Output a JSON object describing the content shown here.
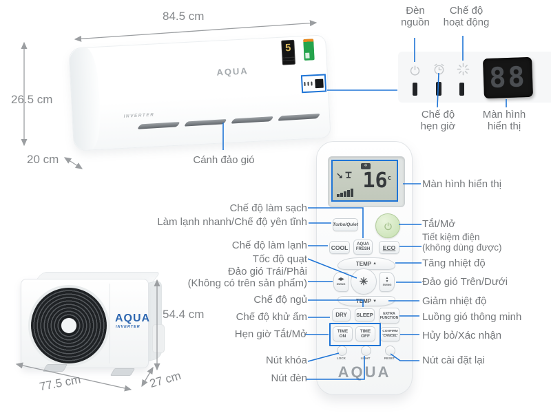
{
  "colors": {
    "accent_blue": "#1e74d6",
    "label_gray": "#75787b",
    "dimension_gray": "#85888b"
  },
  "indoor_unit": {
    "brand": "AQUA",
    "inverter_label": "INVERTER",
    "warranty_badge": "5",
    "dim_width": "84.5 cm",
    "dim_height": "26.5 cm",
    "dim_depth": "20 cm",
    "swing_label": "Cánh đảo gió"
  },
  "indicator_panel": {
    "display_value": "88",
    "label_power": "Đèn\nnguồn",
    "label_mode": "Chế độ\nhoạt động",
    "label_timer": "Chế độ\nhẹn giờ",
    "label_display": "Màn hình\nhiển thị"
  },
  "remote": {
    "brand": "AQUA",
    "lcd": {
      "temp": "16",
      "temp_unit": "c"
    },
    "buttons": {
      "turbo": "Turbo/Quiet",
      "cool": "COOL",
      "fresh_line1": "AQUA",
      "fresh_line2": "FRESH",
      "eco": "ECO",
      "temp_up": "TEMP",
      "temp_down": "TEMP",
      "swing_h": "SWING",
      "swing_v": "SWING",
      "dry": "DRY",
      "sleep": "SLEEP",
      "extra_line1": "EXTRA",
      "extra_line2": "FUNCTION",
      "time_on_line1": "TIME",
      "time_on_line2": "ON",
      "time_off_line1": "TIME",
      "time_off_line2": "OFF",
      "confirm_line1": "CONFIRM",
      "confirm_line2": "CANCEL",
      "lock": "LOCK",
      "light": "LIGHT",
      "reset": "RESET"
    }
  },
  "labels_left": [
    "Chế độ làm sạch",
    "Làm lạnh nhanh/Chế độ yên tĩnh",
    "Chế độ làm lạnh",
    "Tốc độ quạt",
    "Đảo gió Trái/Phải\n(Không có trên sản phẩm)",
    "Chế độ ngủ",
    "Chế độ khử ẩm",
    "Hẹn giờ Tắt/Mở",
    "Nút khóa",
    "Nút đèn"
  ],
  "labels_right": [
    "Màn hình hiển thị",
    "Tắt/Mở",
    "Tiết kiệm điện\n(không dùng được)",
    "Tăng nhiệt độ",
    "Đảo gió Trên/Dưới",
    "Giảm nhiệt độ",
    "Luồng gió thông minh",
    "Hủy bỏ/Xác nhận",
    "Nút cài đặt lại"
  ],
  "outdoor_unit": {
    "brand": "AQUA",
    "inverter_label": "INVERTER",
    "dim_width": "77.5 cm",
    "dim_depth": "27 cm",
    "dim_height": "54.4 cm"
  }
}
